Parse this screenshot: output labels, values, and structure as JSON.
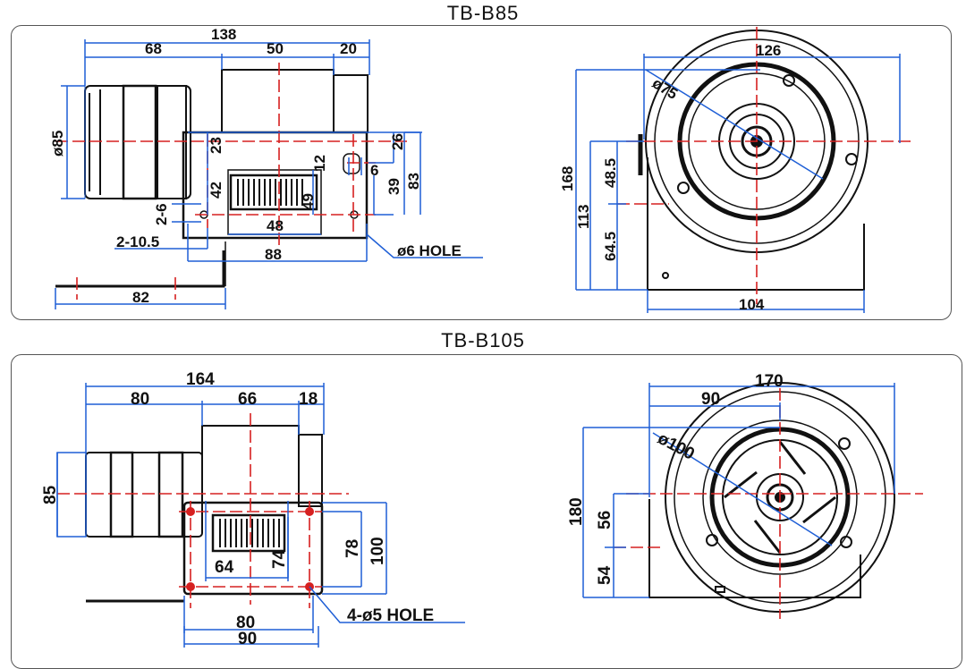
{
  "top": {
    "title": "TB-B85",
    "side": {
      "overall": "138",
      "seg1": "68",
      "seg2": "50",
      "seg3": "20",
      "motor_dia": "ø85",
      "d23": "23",
      "d26": "26",
      "d12": "12",
      "d6": "6",
      "d42": "42",
      "d49": "49",
      "d39": "39",
      "d83": "83",
      "d48": "48",
      "d2_6": "2-6",
      "d2_10_5": "2-10.5",
      "d88": "88",
      "hole": "ø6 HOLE",
      "d82": "82"
    },
    "front": {
      "width": "126",
      "dia": "ø75",
      "height": "168",
      "d48_5": "48.5",
      "d113": "113",
      "d64_5": "64.5",
      "base": "104"
    }
  },
  "bottom": {
    "title": "TB-B105",
    "side": {
      "overall": "164",
      "seg1": "80",
      "seg2": "66",
      "seg3": "18",
      "motor_dia": "85",
      "d64": "64",
      "d74": "74",
      "d78": "78",
      "d100": "100",
      "d80": "80",
      "d90": "90",
      "hole": "4-ø5 HOLE"
    },
    "front": {
      "width": "170",
      "half": "90",
      "dia": "ø100",
      "height": "180",
      "d56": "56",
      "d54": "54"
    }
  },
  "colors": {
    "dimension": "#1f5fd6",
    "centerline": "#d62020",
    "outline": "#111111"
  }
}
